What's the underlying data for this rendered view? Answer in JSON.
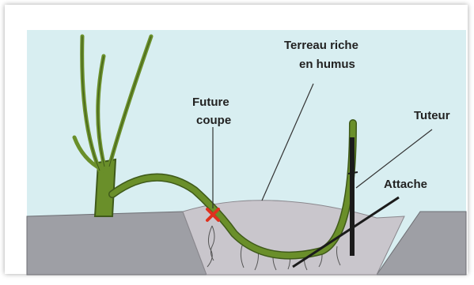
{
  "labels": {
    "terreau_line1": "Terreau riche",
    "terreau_line2": "en humus",
    "future_line1": "Future",
    "future_line2": "coupe",
    "tuteur": "Tuteur",
    "attache": "Attache"
  },
  "colors": {
    "sky": "#d8eef1",
    "ground": "#9e9fa5",
    "soil_mound": "#c9c6cc",
    "stem": "#6a8f2a",
    "stem_outline": "#3f5a1a",
    "cut_mark": "#e0301e",
    "stake": "#1b1b1b"
  }
}
